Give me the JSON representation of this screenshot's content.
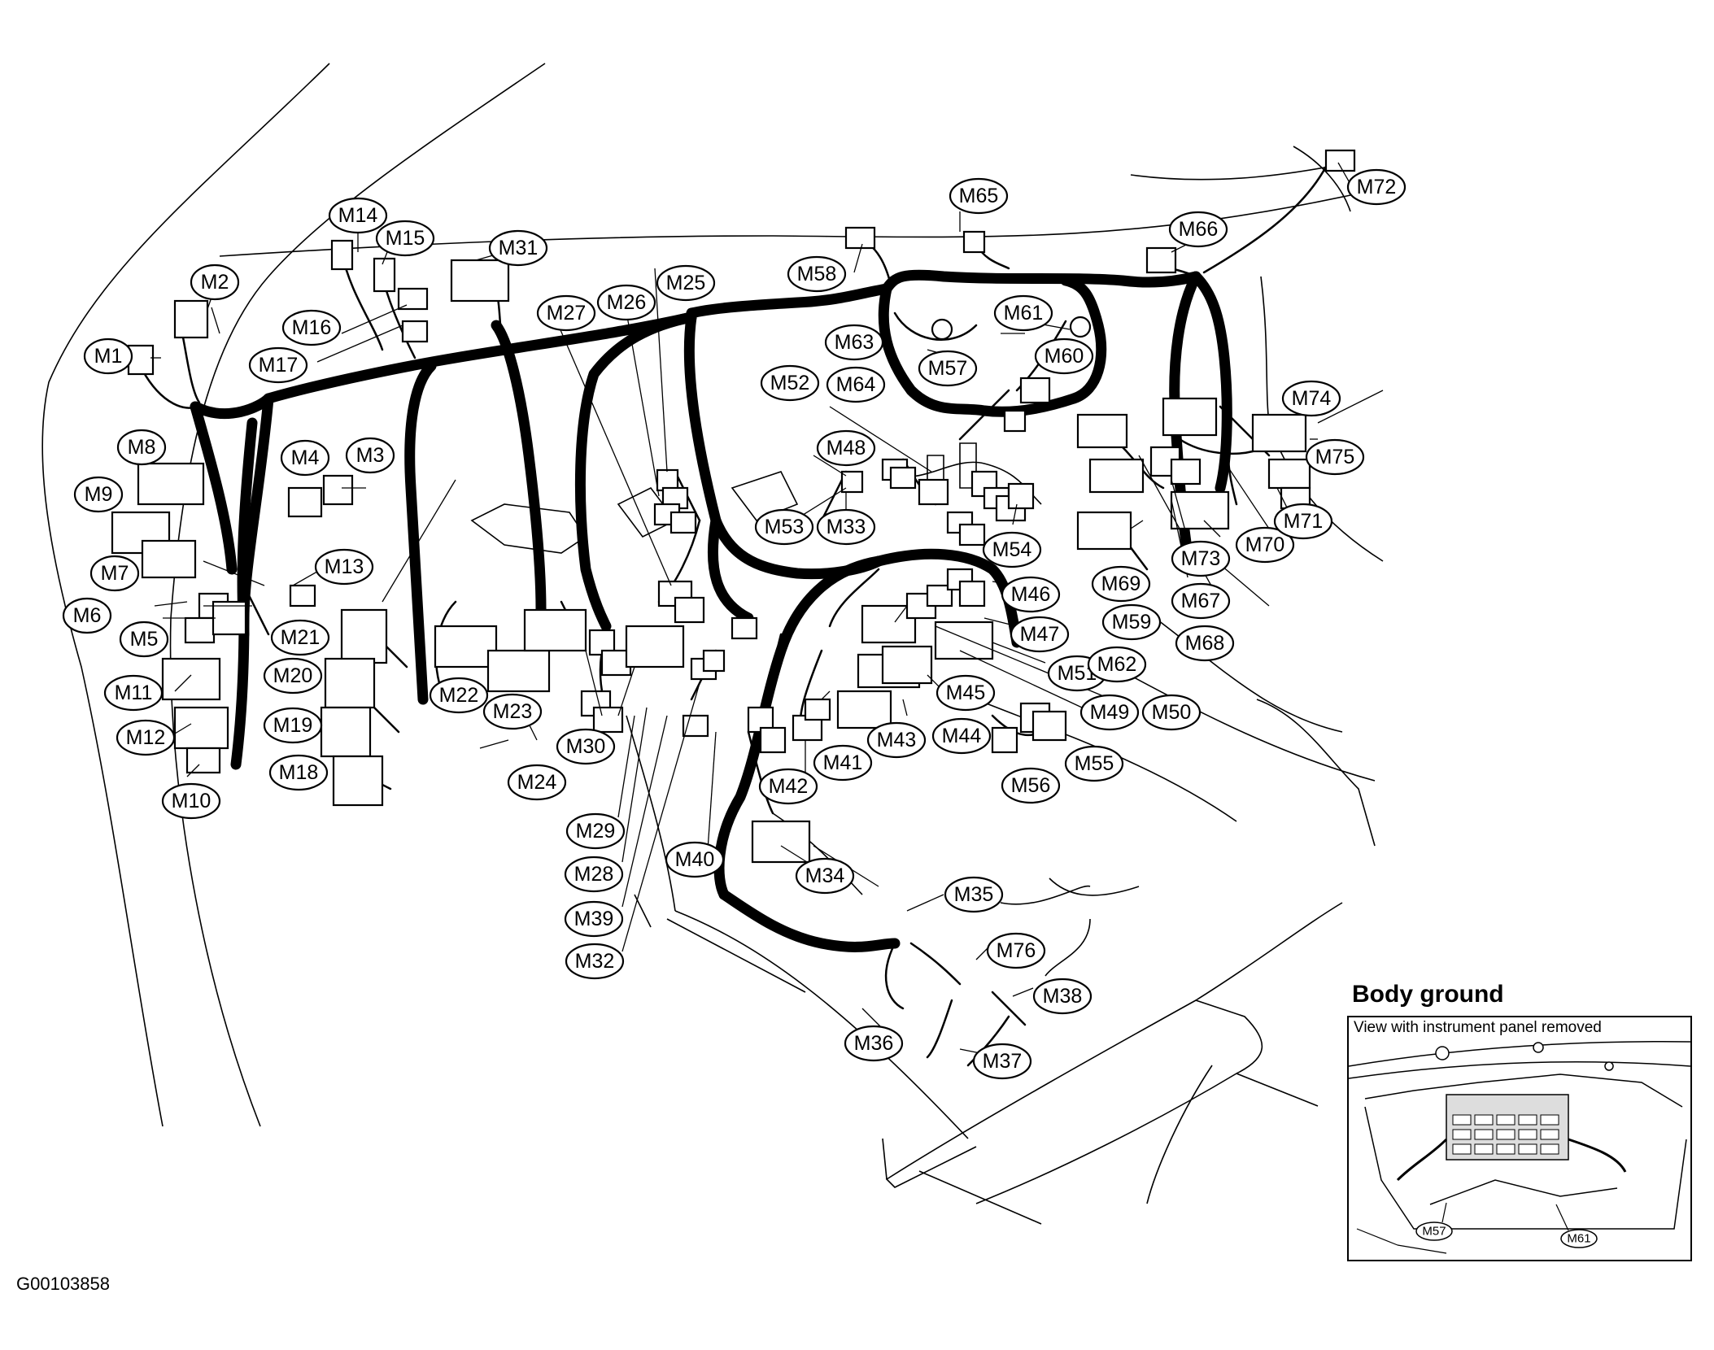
{
  "inset": {
    "title": "Body ground",
    "caption": "View with instrument panel removed",
    "labels": [
      "M57",
      "M61"
    ]
  },
  "figure_code": "G00103858",
  "connectors": [
    "M1",
    "M2",
    "M3",
    "M4",
    "M5",
    "M6",
    "M7",
    "M8",
    "M9",
    "M10",
    "M11",
    "M12",
    "M13",
    "M14",
    "M15",
    "M16",
    "M17",
    "M18",
    "M19",
    "M20",
    "M21",
    "M22",
    "M23",
    "M24",
    "M25",
    "M26",
    "M27",
    "M28",
    "M29",
    "M30",
    "M31",
    "M32",
    "M33",
    "M34",
    "M35",
    "M36",
    "M37",
    "M38",
    "M39",
    "M40",
    "M41",
    "M42",
    "M43",
    "M44",
    "M45",
    "M46",
    "M47",
    "M48",
    "M49",
    "M50",
    "M51",
    "M52",
    "M53",
    "M54",
    "M55",
    "M56",
    "M57",
    "M58",
    "M59",
    "M60",
    "M61",
    "M62",
    "M63",
    "M64",
    "M65",
    "M66",
    "M67",
    "M68",
    "M69",
    "M70",
    "M71",
    "M72",
    "M73",
    "M74",
    "M75",
    "M76"
  ]
}
